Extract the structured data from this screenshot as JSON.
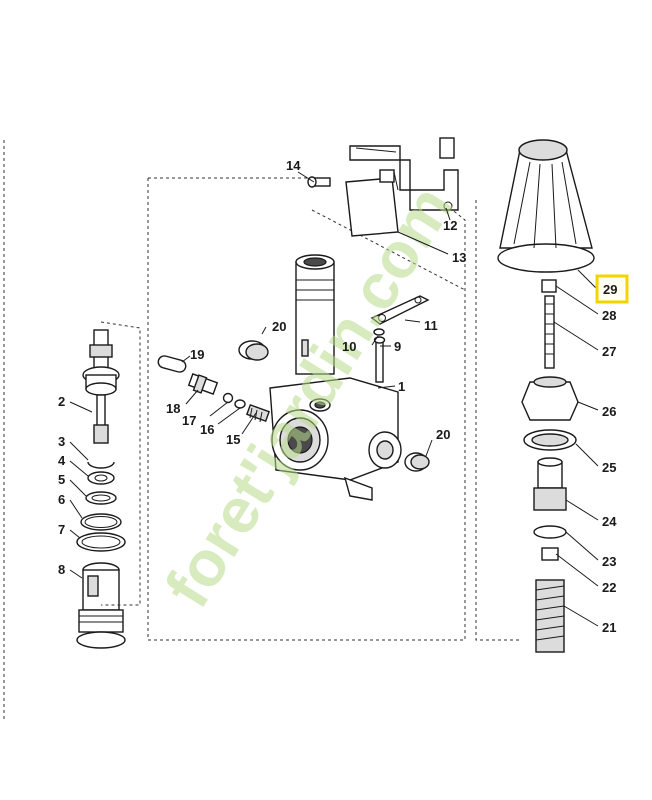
{
  "diagram": {
    "title": "",
    "callouts": [
      "1",
      "2",
      "3",
      "4",
      "5",
      "6",
      "7",
      "8",
      "9",
      "10",
      "11",
      "12",
      "13",
      "14",
      "15",
      "16",
      "17",
      "18",
      "19",
      "20",
      "20",
      "21",
      "22",
      "23",
      "24",
      "25",
      "26",
      "27",
      "28",
      "29"
    ],
    "highlighted_callout": "29",
    "highlight_color": "#f2d400",
    "watermark": "foret'jardin.com",
    "watermark_color": "#b8dc8c"
  }
}
